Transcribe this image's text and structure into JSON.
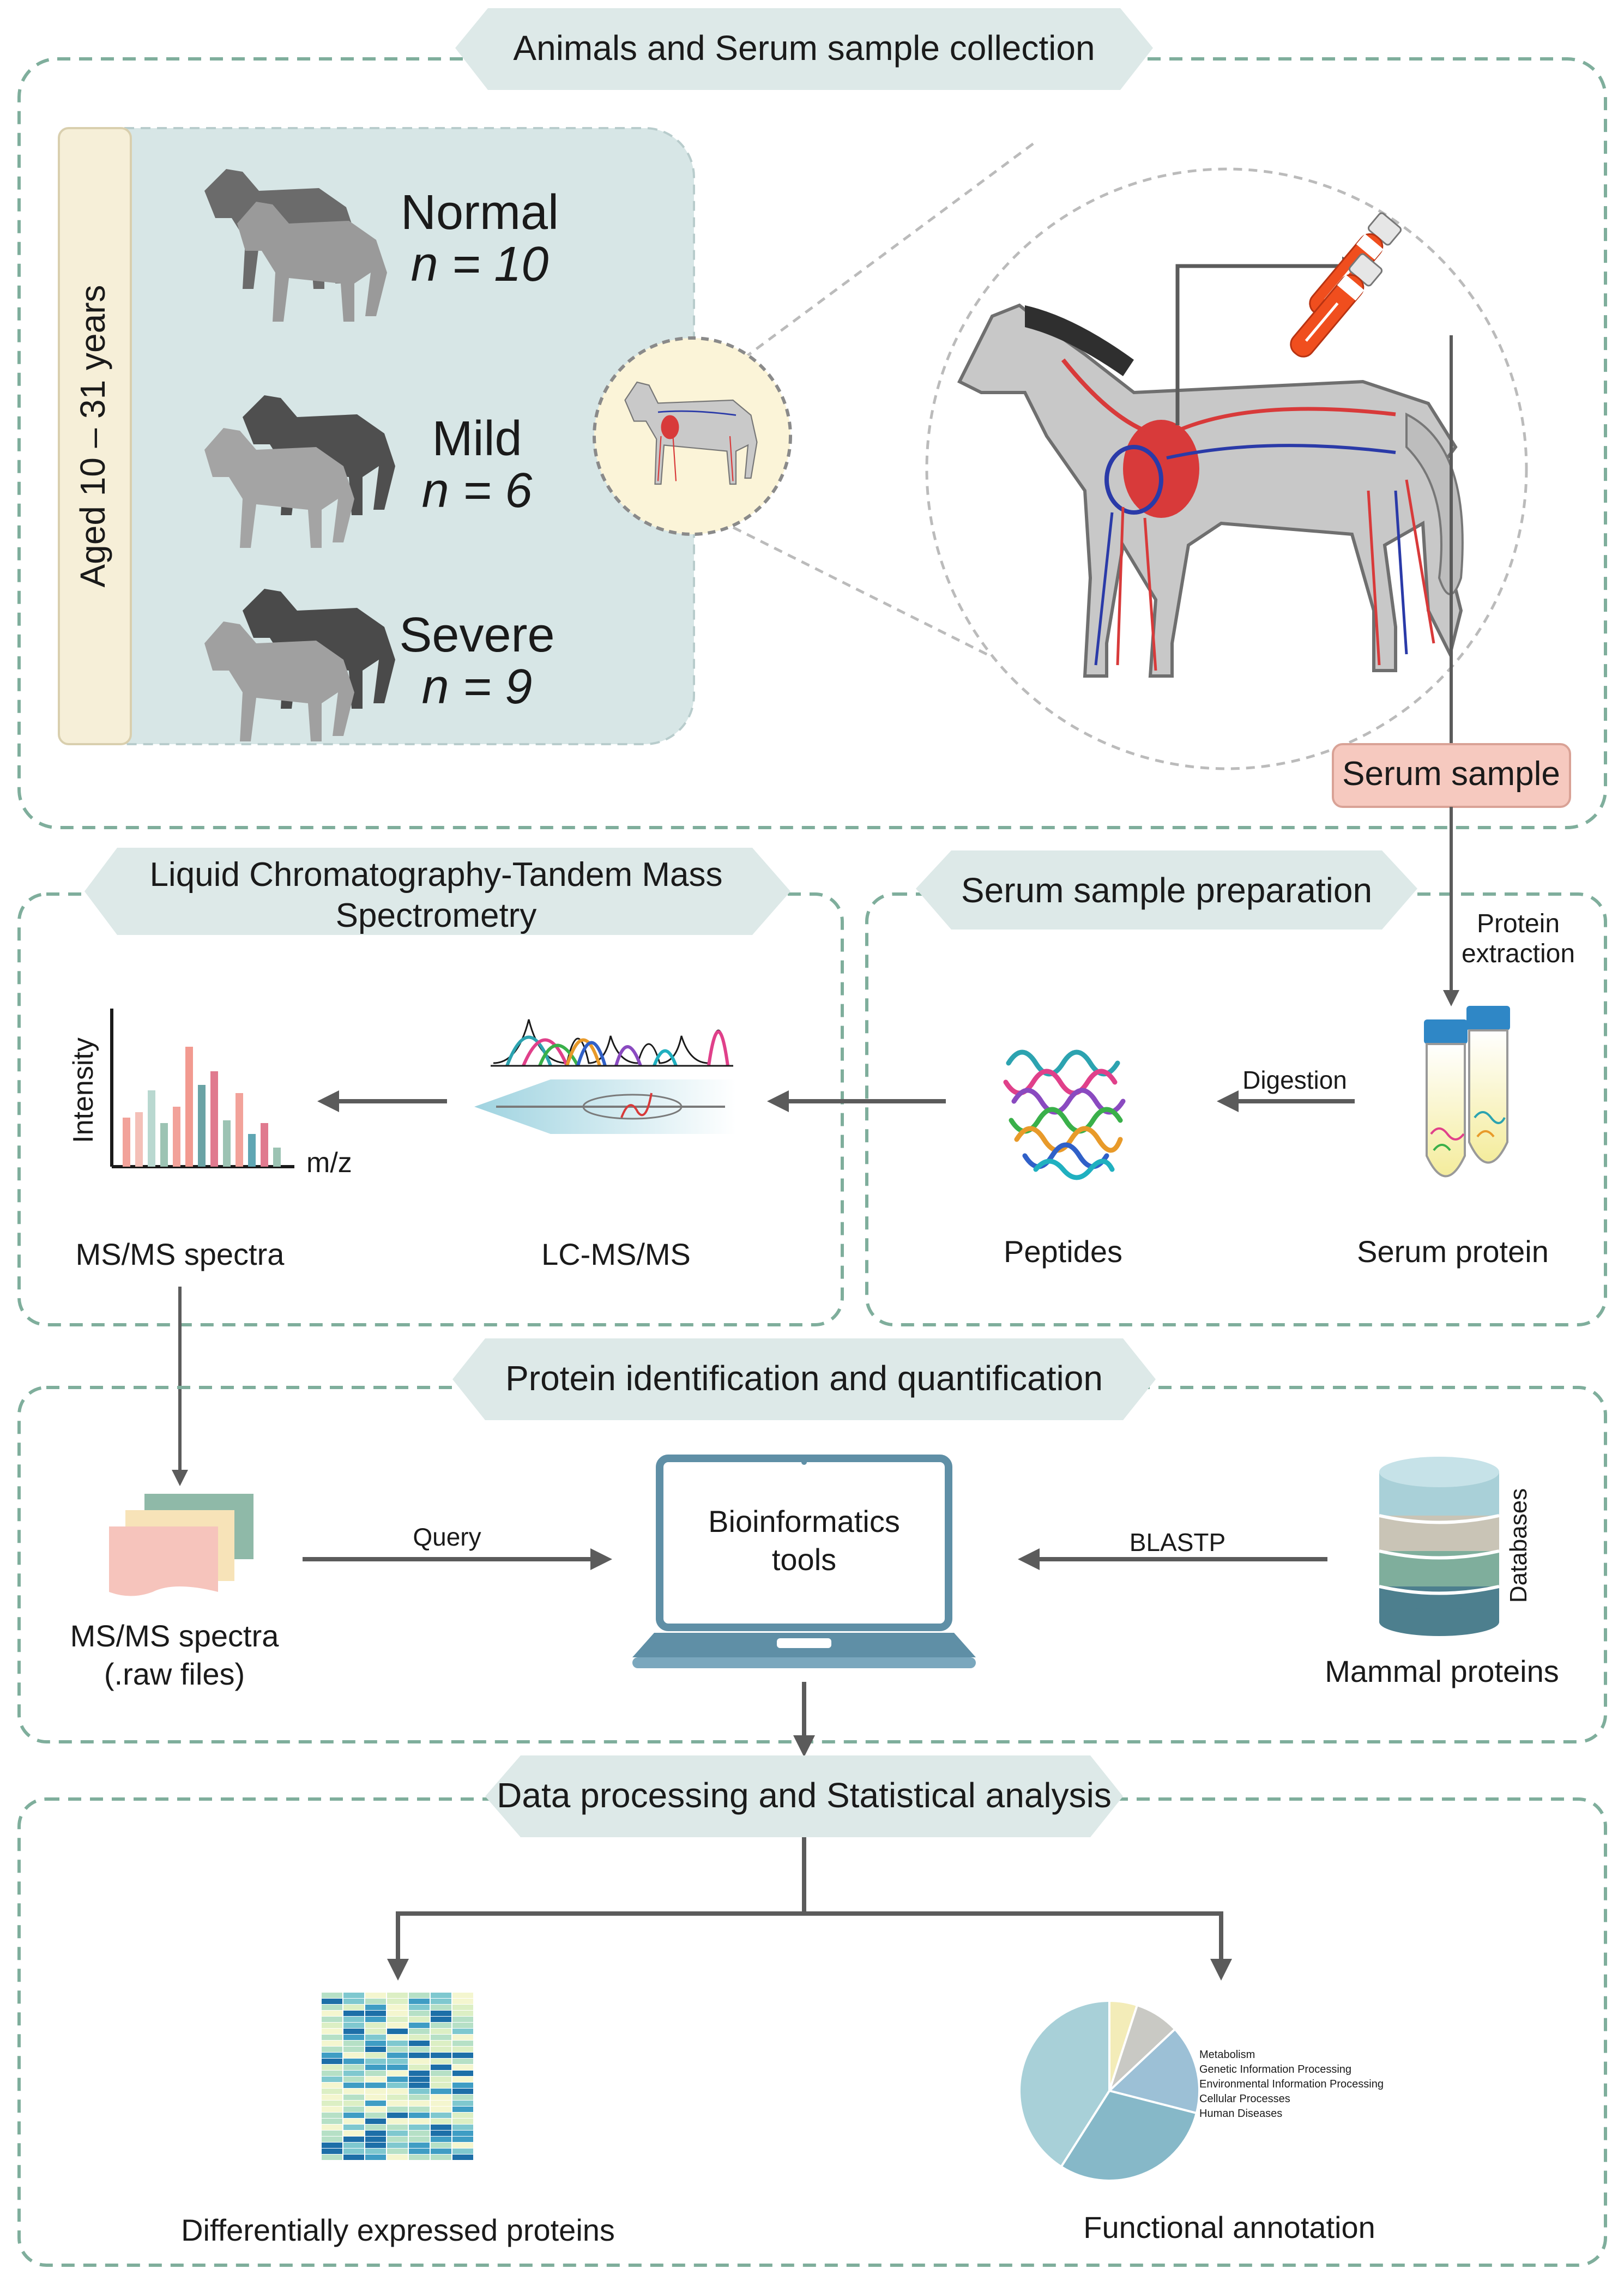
{
  "sections": {
    "collection": {
      "title": "Animals and Serum sample collection",
      "age_label": "Aged 10 – 31 years",
      "groups": [
        {
          "name": "Normal",
          "n_label": "n = 10"
        },
        {
          "name": "Mild",
          "n_label": "n = 6"
        },
        {
          "name": "Severe",
          "n_label": "n = 9"
        }
      ],
      "serum_sample_label": "Serum sample"
    },
    "lcms": {
      "title_line1": "Liquid Chromatography-Tandem Mass",
      "title_line2": "Spectrometry",
      "intensity_label": "Intensity",
      "mz_label": "m/z",
      "ms_spectra_label": "MS/MS spectra",
      "lcms_label": "LC-MS/MS"
    },
    "prep": {
      "title": "Serum sample preparation",
      "protein_extraction_line1": "Protein",
      "protein_extraction_line2": "extraction",
      "digestion_label": "Digestion",
      "peptides_label": "Peptides",
      "serum_protein_label": "Serum protein"
    },
    "identification": {
      "title": "Protein identification and quantification",
      "raw_line1": "MS/MS spectra",
      "raw_line2": "(.raw files)",
      "query_label": "Query",
      "tools_line1": "Bioinformatics",
      "tools_line2": "tools",
      "blastp_label": "BLASTP",
      "databases_label": "Databases",
      "mammal_label": "Mammal proteins"
    },
    "analysis": {
      "title": "Data processing and Statistical analysis",
      "dep_label": "Differentially expressed proteins",
      "func_label": "Functional annotation",
      "legend": [
        "Metabolism",
        "Genetic Information Processing",
        "Environmental Information Processing",
        "Cellular Processes",
        "Human Diseases"
      ]
    }
  },
  "colors": {
    "dashed_border": "#7fae9c",
    "banner": "#dde9e8",
    "group_panel": "#d7e6e6",
    "age_bar": "#f6efd8",
    "serum_box": "#f6c9bf",
    "arrow": "#5b5b5b",
    "laptop": "#5f8fa6"
  }
}
